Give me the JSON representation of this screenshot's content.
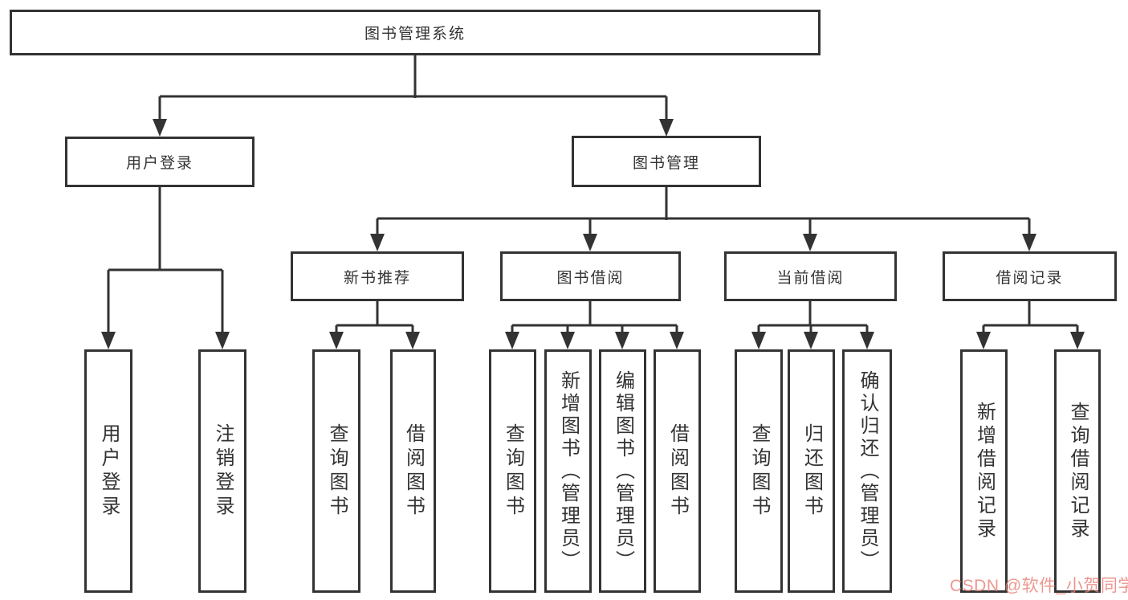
{
  "tree": {
    "root": {
      "label": "图书管理系统"
    },
    "branches": [
      {
        "label": "用户登录",
        "children": [
          {
            "label": "用户登录"
          },
          {
            "label": "注销登录"
          }
        ]
      },
      {
        "label": "图书管理",
        "children": [
          {
            "label": "新书推荐",
            "children": [
              {
                "label": "查询图书"
              },
              {
                "label": "借阅图书"
              }
            ]
          },
          {
            "label": "图书借阅",
            "children": [
              {
                "label": "查询图书"
              },
              {
                "label": "新增图书（管理员）"
              },
              {
                "label": "编辑图书（管理员）"
              },
              {
                "label": "借阅图书"
              }
            ]
          },
          {
            "label": "当前借阅",
            "children": [
              {
                "label": "查询图书"
              },
              {
                "label": "归还图书"
              },
              {
                "label": "确认归还（管理员）"
              }
            ]
          },
          {
            "label": "借阅记录",
            "children": [
              {
                "label": "新增借阅记录"
              },
              {
                "label": "查询借阅记录"
              }
            ]
          }
        ]
      }
    ]
  },
  "colors": {
    "line": "#333333",
    "watermark": "#e97d73"
  },
  "watermark": {
    "text": "CSDN @软件_小贺同学"
  }
}
